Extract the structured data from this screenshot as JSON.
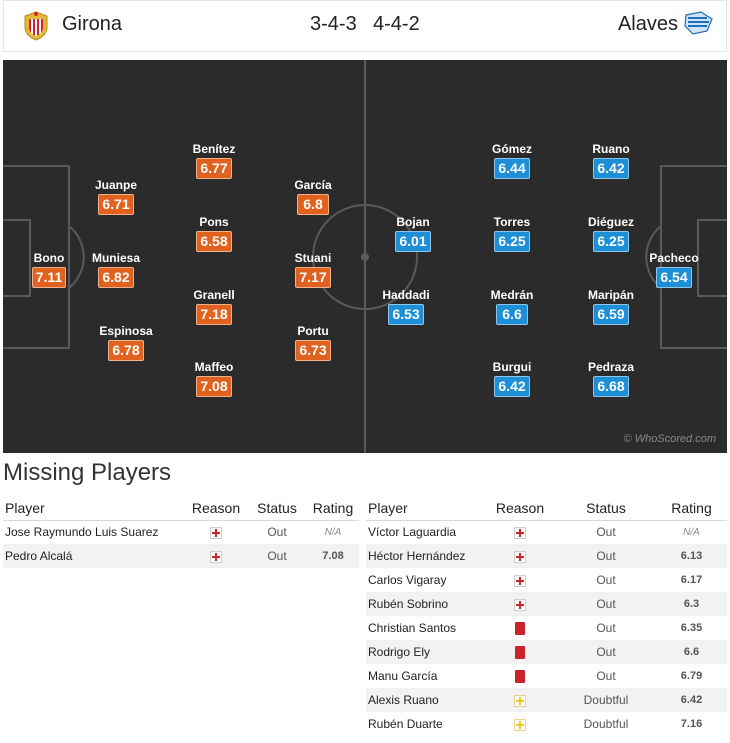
{
  "header": {
    "home_team": "Girona",
    "home_formation": "3-4-3",
    "away_formation": "4-4-2",
    "away_team": "Alaves"
  },
  "colors": {
    "pitch": "#2b2b2b",
    "home_rating": "#e0621e",
    "away_rating": "#1c8fd6"
  },
  "pitch": {
    "watermark": "© WhoScored.com",
    "home_players": [
      {
        "name": "Bono",
        "rating": "7.11"
      },
      {
        "name": "Juanpe",
        "rating": "6.71"
      },
      {
        "name": "Muniesa",
        "rating": "6.82"
      },
      {
        "name": "Espinosa",
        "rating": "6.78"
      },
      {
        "name": "Benítez",
        "rating": "6.77"
      },
      {
        "name": "Pons",
        "rating": "6.58"
      },
      {
        "name": "Granell",
        "rating": "7.18"
      },
      {
        "name": "Maffeo",
        "rating": "7.08"
      },
      {
        "name": "García",
        "rating": "6.8"
      },
      {
        "name": "Stuani",
        "rating": "7.17"
      },
      {
        "name": "Portu",
        "rating": "6.73"
      }
    ],
    "away_players": [
      {
        "name": "Bojan",
        "rating": "6.01"
      },
      {
        "name": "Haddadi",
        "rating": "6.53"
      },
      {
        "name": "Gómez",
        "rating": "6.44"
      },
      {
        "name": "Torres",
        "rating": "6.25"
      },
      {
        "name": "Medrán",
        "rating": "6.6"
      },
      {
        "name": "Burgui",
        "rating": "6.42"
      },
      {
        "name": "Ruano",
        "rating": "6.42"
      },
      {
        "name": "Diéguez",
        "rating": "6.25"
      },
      {
        "name": "Maripán",
        "rating": "6.59"
      },
      {
        "name": "Pedraza",
        "rating": "6.68"
      },
      {
        "name": "Pacheco",
        "rating": "6.54"
      }
    ]
  },
  "missing": {
    "title": "Missing Players",
    "headers": {
      "player": "Player",
      "reason": "Reason",
      "status": "Status",
      "rating": "Rating"
    },
    "home": [
      {
        "player": "Jose Raymundo Luis Suarez",
        "reason": "injury",
        "status": "Out",
        "rating": "N/A"
      },
      {
        "player": "Pedro Alcalá",
        "reason": "injury",
        "status": "Out",
        "rating": "7.08"
      }
    ],
    "away": [
      {
        "player": "Víctor Laguardia",
        "reason": "injury",
        "status": "Out",
        "rating": "N/A"
      },
      {
        "player": "Héctor Hernández",
        "reason": "injury",
        "status": "Out",
        "rating": "6.13"
      },
      {
        "player": "Carlos Vigaray",
        "reason": "injury",
        "status": "Out",
        "rating": "6.17"
      },
      {
        "player": "Rubén Sobrino",
        "reason": "injury",
        "status": "Out",
        "rating": "6.3"
      },
      {
        "player": "Christian Santos",
        "reason": "red-card",
        "status": "Out",
        "rating": "6.35"
      },
      {
        "player": "Rodrigo Ely",
        "reason": "red-card",
        "status": "Out",
        "rating": "6.6"
      },
      {
        "player": "Manu García",
        "reason": "red-card",
        "status": "Out",
        "rating": "6.79"
      },
      {
        "player": "Alexis Ruano",
        "reason": "doubtful",
        "status": "Doubtful",
        "rating": "6.42"
      },
      {
        "player": "Rubén Duarte",
        "reason": "doubtful",
        "status": "Doubtful",
        "rating": "7.16"
      }
    ]
  }
}
